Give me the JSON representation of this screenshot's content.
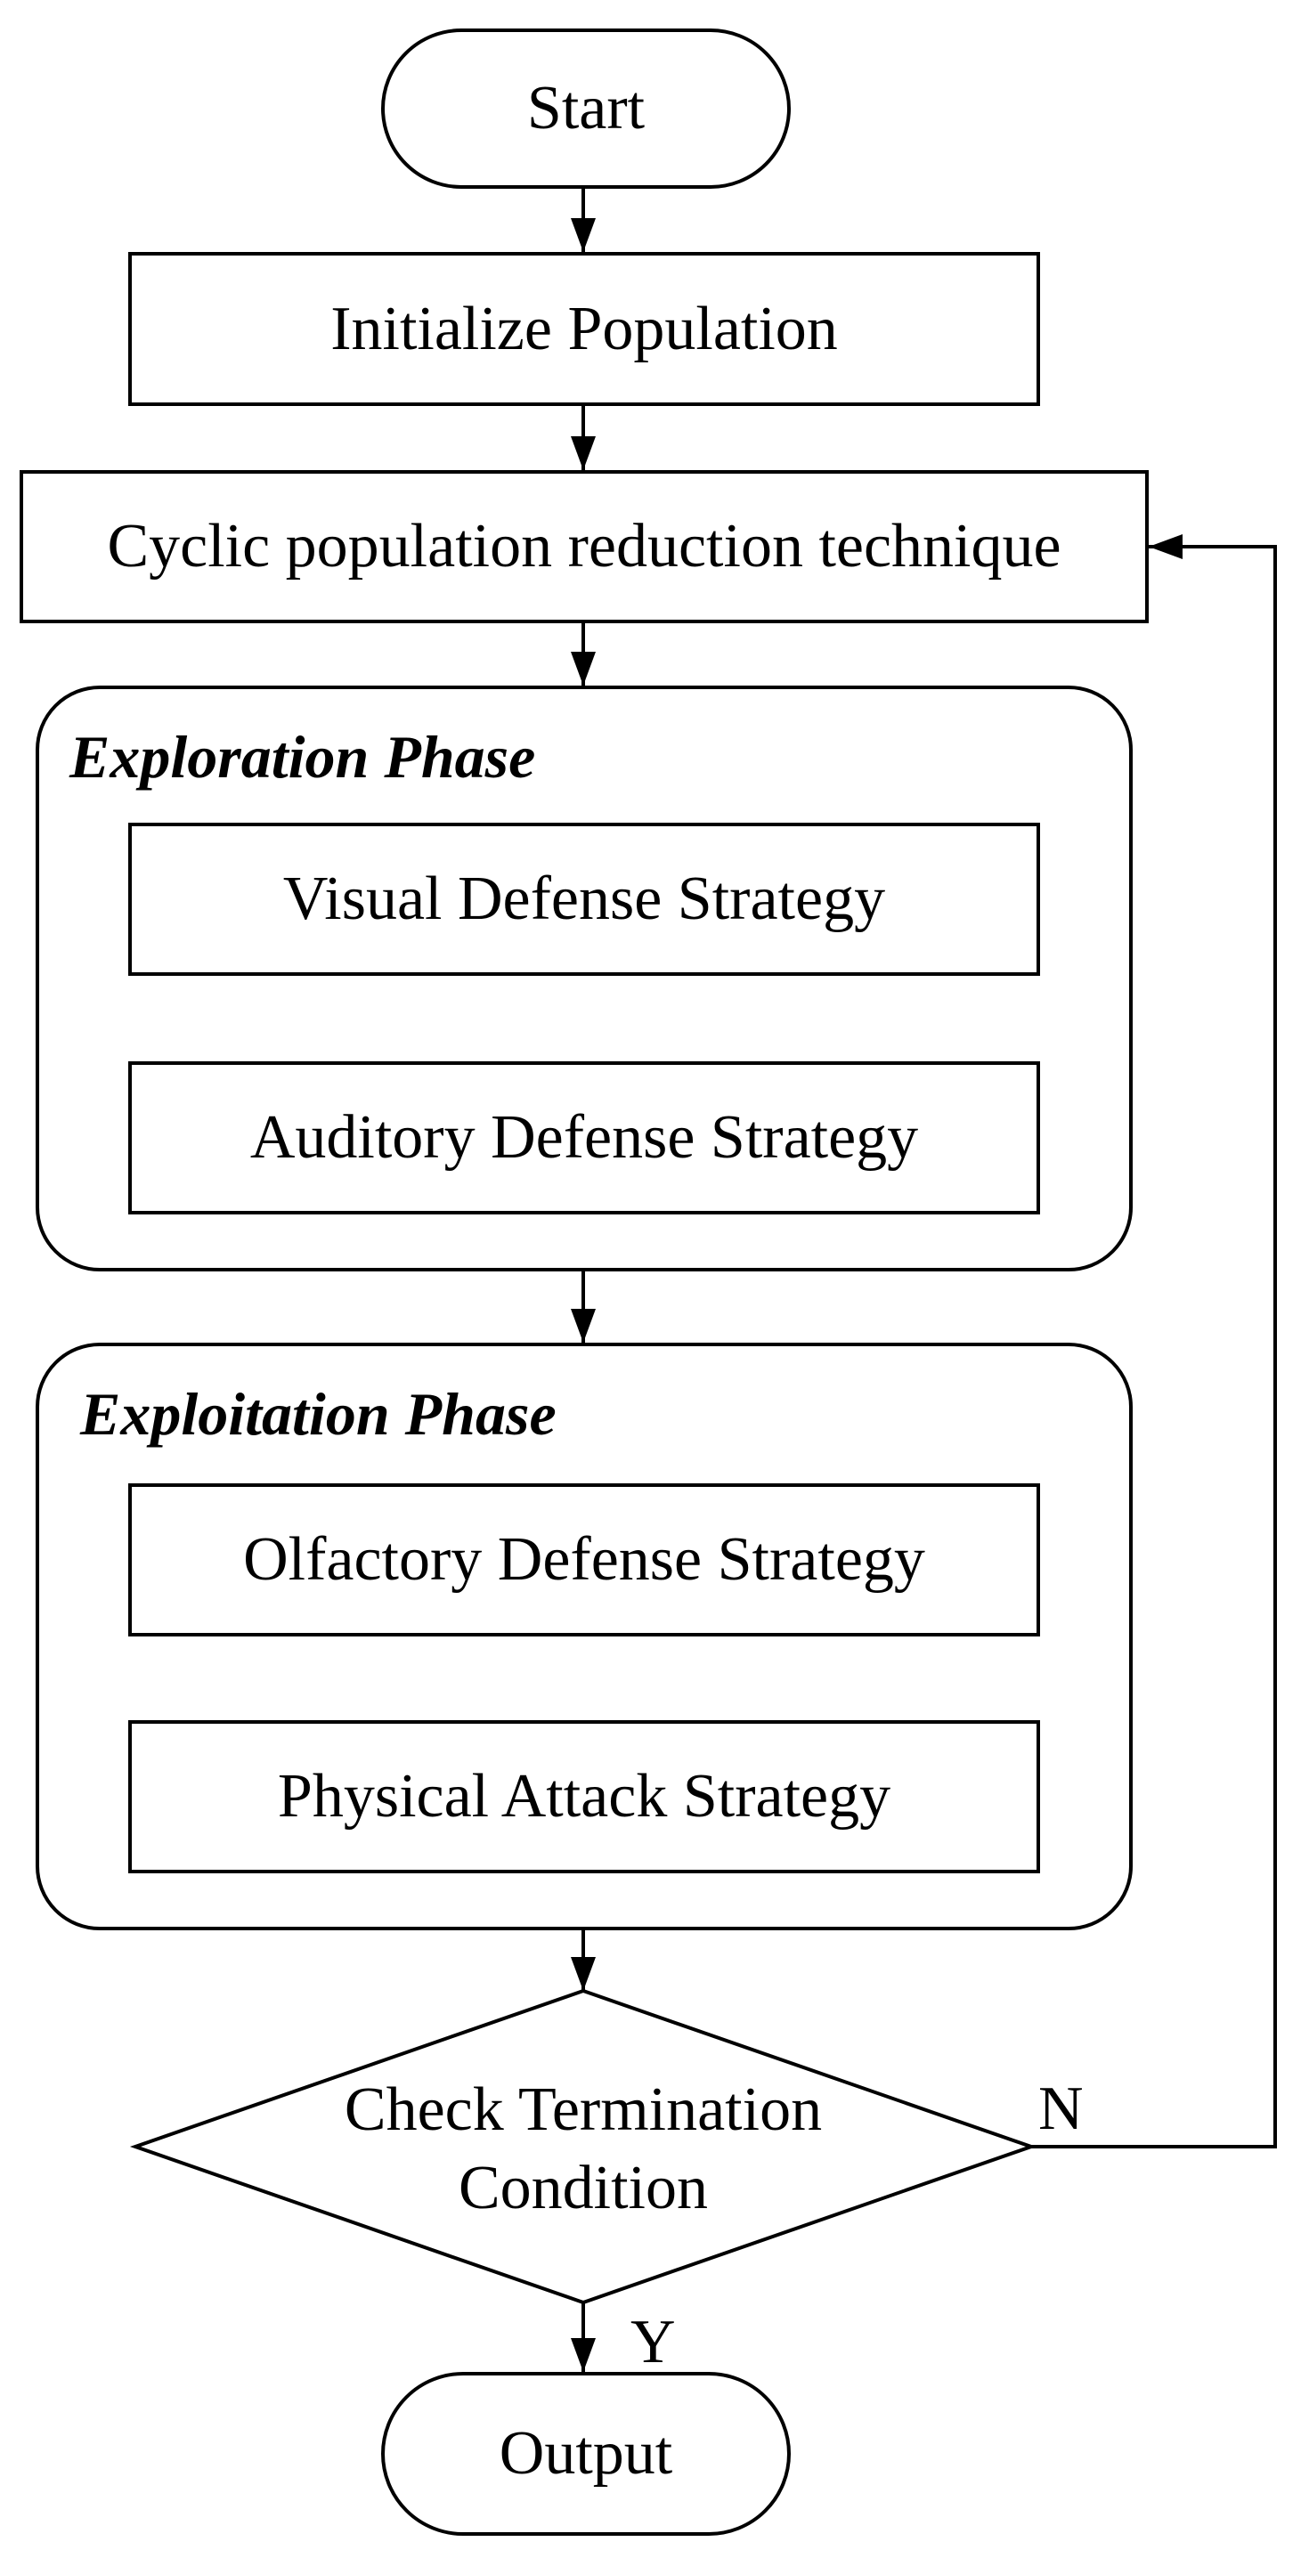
{
  "nodes": {
    "start": "Start",
    "initialize": "Initialize Population",
    "cyclic": "Cyclic population reduction technique",
    "exploration_title": "Exploration Phase",
    "visual": "Visual Defense Strategy",
    "auditory": "Auditory Defense Strategy",
    "exploitation_title": "Exploitation Phase",
    "olfactory": "Olfactory Defense Strategy",
    "physical": "Physical Attack Strategy",
    "check_line1": "Check Termination",
    "check_line2": "Condition",
    "output": "Output"
  },
  "branches": {
    "no": "N",
    "yes": "Y"
  },
  "colors": {
    "stroke": "#000000",
    "fill": "#ffffff"
  }
}
